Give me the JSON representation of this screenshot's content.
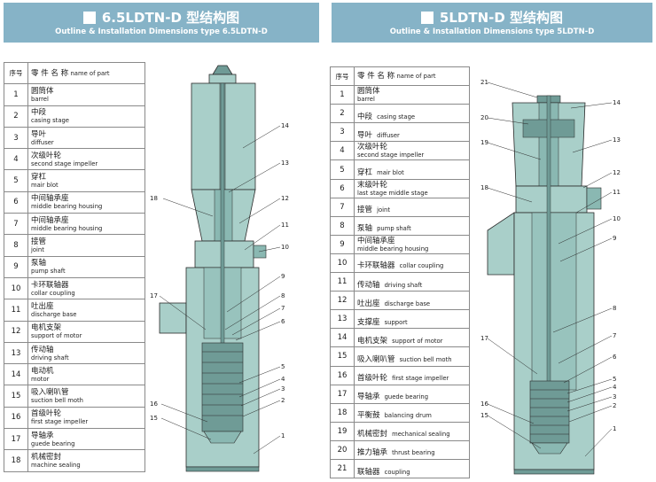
{
  "left": {
    "title": "6.5LDTN-D 型结构图",
    "subtitle": "Outline & Installation Dimensions type 6.5LDTN-D",
    "table_header": {
      "num": "序号",
      "cn": "零 件 名 称",
      "en": "name of part"
    },
    "parts": [
      {
        "num": "1",
        "cn": "圆筒体",
        "en": "barrel"
      },
      {
        "num": "2",
        "cn": "中段",
        "en": "casing stage"
      },
      {
        "num": "3",
        "cn": "导叶",
        "en": "diffuser"
      },
      {
        "num": "4",
        "cn": "次级叶轮",
        "en": "second stage impeller"
      },
      {
        "num": "5",
        "cn": "穿杠",
        "en": "mair blot"
      },
      {
        "num": "6",
        "cn": "中间轴承座",
        "en": "middle bearing housing"
      },
      {
        "num": "7",
        "cn": "中间轴承座",
        "en": "middle bearing housing"
      },
      {
        "num": "8",
        "cn": "接管",
        "en": "joint"
      },
      {
        "num": "9",
        "cn": "泵轴",
        "en": "pump shaft"
      },
      {
        "num": "10",
        "cn": "卡环联轴器",
        "en": "collar coupling"
      },
      {
        "num": "11",
        "cn": "吐出座",
        "en": "discharge base"
      },
      {
        "num": "12",
        "cn": "电机支架",
        "en": "support of motor"
      },
      {
        "num": "13",
        "cn": "传动轴",
        "en": "driving shaft"
      },
      {
        "num": "14",
        "cn": "电动机",
        "en": "motor"
      },
      {
        "num": "15",
        "cn": "吸入喇叭管",
        "en": "suction bell moth"
      },
      {
        "num": "16",
        "cn": "首级叶轮",
        "en": "first stage impeller"
      },
      {
        "num": "17",
        "cn": "导轴承",
        "en": "guede bearing"
      },
      {
        "num": "18",
        "cn": "机械密封",
        "en": "machine sealing"
      }
    ],
    "callouts": [
      "14",
      "13",
      "18",
      "12",
      "11",
      "10",
      "9",
      "17",
      "8",
      "7",
      "6",
      "5",
      "4",
      "3",
      "2",
      "16",
      "15",
      "1"
    ]
  },
  "right": {
    "title": "5LDTN-D 型结构图",
    "subtitle": "Outline & Installation Dimensions type 5LDTN-D",
    "table_header": {
      "num": "序号",
      "cn": "零 件 名 称",
      "en": "name of part"
    },
    "parts": [
      {
        "num": "1",
        "cn": "圆筒体",
        "en": "barrel",
        "layout": "stack"
      },
      {
        "num": "2",
        "cn": "中段",
        "en": "casing stage",
        "layout": "inline"
      },
      {
        "num": "3",
        "cn": "导叶",
        "en": "diffuser",
        "layout": "inline"
      },
      {
        "num": "4",
        "cn": "次级叶轮",
        "en": "second stage impeller",
        "layout": "stack"
      },
      {
        "num": "5",
        "cn": "穿杠",
        "en": "mair blot",
        "layout": "inline"
      },
      {
        "num": "6",
        "cn": "末级叶轮",
        "en": "last stage middle stage",
        "layout": "stack"
      },
      {
        "num": "7",
        "cn": "接管",
        "en": "joint",
        "layout": "inline"
      },
      {
        "num": "8",
        "cn": "泵轴",
        "en": "pump shaft",
        "layout": "inline"
      },
      {
        "num": "9",
        "cn": "中间轴承座",
        "en": "middle bearing housing",
        "layout": "stack"
      },
      {
        "num": "10",
        "cn": "卡环联轴器",
        "en": "collar coupling",
        "layout": "inline"
      },
      {
        "num": "11",
        "cn": "传动轴",
        "en": "driving shaft",
        "layout": "inline"
      },
      {
        "num": "12",
        "cn": "吐出座",
        "en": "discharge base",
        "layout": "inline"
      },
      {
        "num": "13",
        "cn": "支撑座",
        "en": "support",
        "layout": "inline"
      },
      {
        "num": "14",
        "cn": "电机支架",
        "en": "support of motor",
        "layout": "inline"
      },
      {
        "num": "15",
        "cn": "吸入喇叭管",
        "en": "suction bell moth",
        "layout": "inline"
      },
      {
        "num": "16",
        "cn": "首级叶轮",
        "en": "first stage impeller",
        "layout": "inline"
      },
      {
        "num": "17",
        "cn": "导轴承",
        "en": "guede bearing",
        "layout": "inline"
      },
      {
        "num": "18",
        "cn": "平衡鼓",
        "en": "balancing drum",
        "layout": "inline"
      },
      {
        "num": "19",
        "cn": "机械密封",
        "en": "mechanical sealing",
        "layout": "inline"
      },
      {
        "num": "20",
        "cn": "推力轴承",
        "en": "thrust bearing",
        "layout": "inline"
      },
      {
        "num": "21",
        "cn": "联轴器",
        "en": "coupling",
        "layout": "inline"
      }
    ],
    "callouts": [
      "21",
      "14",
      "20",
      "13",
      "19",
      "12",
      "18",
      "11",
      "10",
      "9",
      "8",
      "17",
      "7",
      "6",
      "5",
      "4",
      "3",
      "16",
      "2",
      "15",
      "1"
    ]
  },
  "colors": {
    "header_bg": "#86b3c7",
    "drawing_fill": "#a9cfc9",
    "drawing_dark": "#6f9b96",
    "line": "#2a2a2a"
  }
}
